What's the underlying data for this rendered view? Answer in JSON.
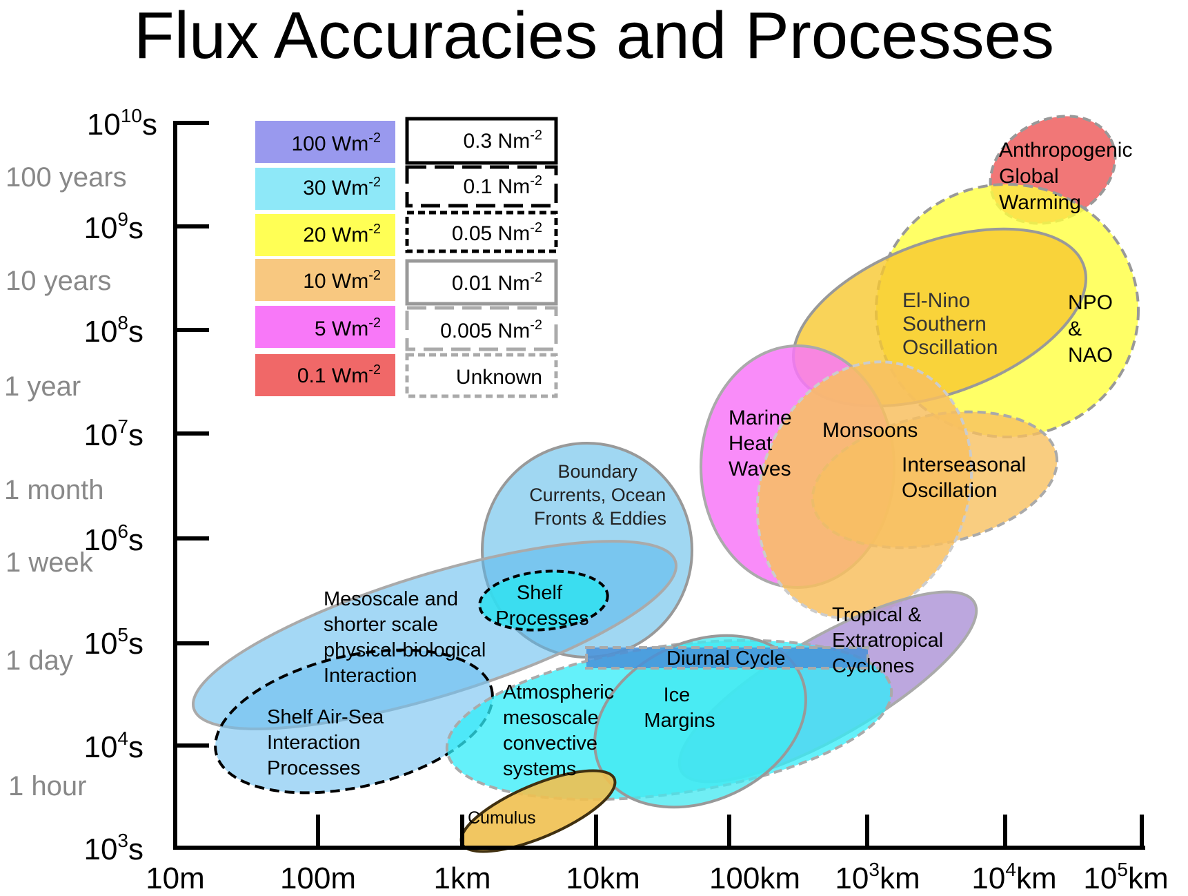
{
  "title": "Flux Accuracies and Processes",
  "y_axis": {
    "ticks": [
      {
        "base": "10",
        "exp": "3",
        "unit": "s"
      },
      {
        "base": "10",
        "exp": "4",
        "unit": "s"
      },
      {
        "base": "10",
        "exp": "5",
        "unit": "s"
      },
      {
        "base": "10",
        "exp": "6",
        "unit": "s"
      },
      {
        "base": "10",
        "exp": "7",
        "unit": "s"
      },
      {
        "base": "10",
        "exp": "8",
        "unit": "s"
      },
      {
        "base": "10",
        "exp": "9",
        "unit": "s"
      },
      {
        "base": "10",
        "exp": "10",
        "unit": "s"
      }
    ],
    "time_labels": [
      "1 hour",
      "1 day",
      "1 week",
      "1 month",
      "1 year",
      "10 years",
      "100 years"
    ]
  },
  "x_axis": {
    "ticks": [
      {
        "text": "10m"
      },
      {
        "text": "100m"
      },
      {
        "text": "1km"
      },
      {
        "text": "10km"
      },
      {
        "text": "100km"
      },
      {
        "base": "10",
        "exp": "3",
        "unit": "km"
      },
      {
        "base": "10",
        "exp": "4",
        "unit": "km"
      },
      {
        "base": "10",
        "exp": "5",
        "unit": "km"
      }
    ]
  },
  "legend": {
    "heat_flux": [
      {
        "value": "100 Wm",
        "exp": "-2",
        "color": "#9999ee"
      },
      {
        "value": "30 Wm",
        "exp": "-2",
        "color": "#8ee8f8"
      },
      {
        "value": "20 Wm",
        "exp": "-2",
        "color": "#ffff55"
      },
      {
        "value": "10 Wm",
        "exp": "-2",
        "color": "#f8c880"
      },
      {
        "value": "5 Wm",
        "exp": "-2",
        "color": "#f878f8"
      },
      {
        "value": "0.1 Wm",
        "exp": "-2",
        "color": "#f06868"
      }
    ],
    "stress": [
      {
        "value": "0.3 Nm",
        "exp": "-2",
        "style": "solid-black"
      },
      {
        "value": "0.1 Nm",
        "exp": "-2",
        "style": "long-dash-black"
      },
      {
        "value": "0.05 Nm",
        "exp": "-2",
        "style": "short-dash-black"
      },
      {
        "value": "0.01 Nm",
        "exp": "-2",
        "style": "solid-grey"
      },
      {
        "value": "0.005 Nm",
        "exp": "-2",
        "style": "long-dash-grey"
      },
      {
        "value": "Unknown",
        "exp": "",
        "style": "short-dash-grey"
      }
    ]
  },
  "processes": {
    "anthropogenic": [
      "Anthropogenic",
      "Global",
      "Warming"
    ],
    "npo": [
      "NPO",
      "&",
      "NAO"
    ],
    "enso": [
      "El-Nino",
      "Southern",
      "Oscillation"
    ],
    "marine_heat": [
      "Marine",
      "Heat",
      "Waves"
    ],
    "monsoons": [
      "Monsoons"
    ],
    "interseasonal": [
      "Interseasonal",
      "Oscillation"
    ],
    "boundary": [
      "Boundary",
      "Currents, Ocean",
      "Fronts & Eddies"
    ],
    "shelf_processes": [
      "Shelf",
      "Processes"
    ],
    "mesoscale": [
      "Mesoscale and",
      "shorter scale",
      "physical-biological",
      "Interaction"
    ],
    "shelf_airsea": [
      "Shelf Air-Sea",
      "Interaction",
      "Processes"
    ],
    "diurnal": [
      "Diurnal Cycle"
    ],
    "tropical": [
      "Tropical &",
      "Extratropical",
      "Cyclones"
    ],
    "atm_meso": [
      "Atmospheric",
      "mesoscale",
      "convective",
      "systems"
    ],
    "ice": [
      "Ice",
      "Margins"
    ],
    "cumulus": [
      "Cumulus"
    ]
  },
  "colors": {
    "enso_fill": "#f8c830",
    "npo_fill": "#ffff50",
    "anthro_fill": "#f06868",
    "marine_fill": "#f88af8",
    "monsoon_fill": "#f8c060",
    "boundary_fill": "#8fd0f0",
    "shelf_fill": "#30e0f0",
    "mesoscale_fill": "#5ab8ec",
    "airsea_fill": "#70c0f0",
    "atm_fill": "#40f0f8",
    "ice_fill": "#40e8f0",
    "tropical_fill": "#b098d8",
    "cumulus_fill": "#f0c050",
    "diurnal_fill": "#4890d8"
  }
}
